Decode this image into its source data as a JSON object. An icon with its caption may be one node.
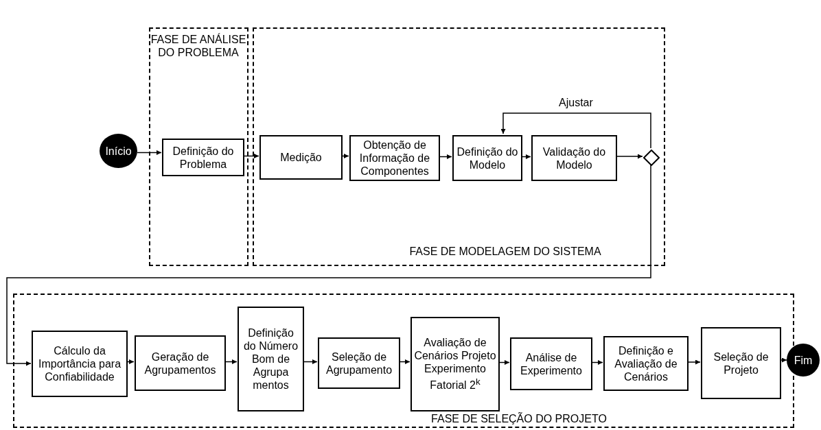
{
  "diagram": {
    "nodes": [
      {
        "text": [
          "Início"
        ]
      },
      {
        "text": [
          "FASE DE ANÁLISE DO PROBLEMA"
        ]
      },
      {
        "text": [
          "Definição do Problema"
        ],
        "in": 1
      },
      {
        "text": [
          "FASE DE MODELAGEM DO SISTEMA"
        ]
      },
      {
        "text": [
          "Medição"
        ],
        "in": 3
      },
      {
        "text": [
          "Obtenção de Informação de Componentes"
        ],
        "in": 3
      },
      {
        "text": [
          "Definição do Modelo"
        ],
        "in": 3
      },
      {
        "text": [
          "Validação do Modelo"
        ],
        "in": 3
      },
      {
        "text": [],
        "shape": "diamond",
        "in": 3
      },
      {
        "text": [
          "FASE DE SELEÇÃO DO PROJETO"
        ]
      },
      {
        "text": [
          "Cálculo da Importância para Confiabilidade"
        ],
        "in": 9
      },
      {
        "text": [
          "Geração de Agrupamentos"
        ],
        "in": 9
      },
      {
        "text": [
          "Definição do Número Bom de Agrupa mentos"
        ],
        "in": 9
      },
      {
        "text": [
          "Seleção de Agrupamento"
        ],
        "in": 9
      },
      {
        "text": [
          "Avaliação de Cenários Projeto Experimento Fatorial 2$^{k}$"
        ],
        "in": 9
      },
      {
        "text": [
          "Análise de Experimento"
        ],
        "in": 9
      },
      {
        "text": [
          "Definição e Avaliação de Cenários"
        ],
        "in": 9
      },
      {
        "text": [
          "Seleção de Projeto"
        ],
        "in": 9
      },
      {
        "text": [
          "Fim"
        ]
      }
    ],
    "edges": [
      {
        "from": 0,
        "to": 2,
        "arrow": "to"
      },
      {
        "from": 2,
        "to": 4,
        "arrow": "to"
      },
      {
        "from": 4,
        "to": 5,
        "arrow": "to"
      },
      {
        "from": 5,
        "to": 6,
        "arrow": "to"
      },
      {
        "from": 6,
        "to": 7,
        "arrow": "to"
      },
      {
        "from": 7,
        "to": 8,
        "arrow": "to"
      },
      {
        "from": 8,
        "to": 6,
        "arrow": "to",
        "label": "Ajustar"
      },
      {
        "from": 8,
        "to": 10,
        "arrow": "to"
      },
      {
        "from": 10,
        "to": 11,
        "arrow": "to"
      },
      {
        "from": 11,
        "to": 12,
        "arrow": "to"
      },
      {
        "from": 12,
        "to": 13,
        "arrow": "to"
      },
      {
        "from": 13,
        "to": 14,
        "arrow": "to"
      },
      {
        "from": 14,
        "to": 15,
        "arrow": "to"
      },
      {
        "from": 15,
        "to": 16,
        "arrow": "to"
      },
      {
        "from": 16,
        "to": 17,
        "arrow": "to"
      },
      {
        "from": 17,
        "to": 18,
        "arrow": "to"
      }
    ]
  }
}
